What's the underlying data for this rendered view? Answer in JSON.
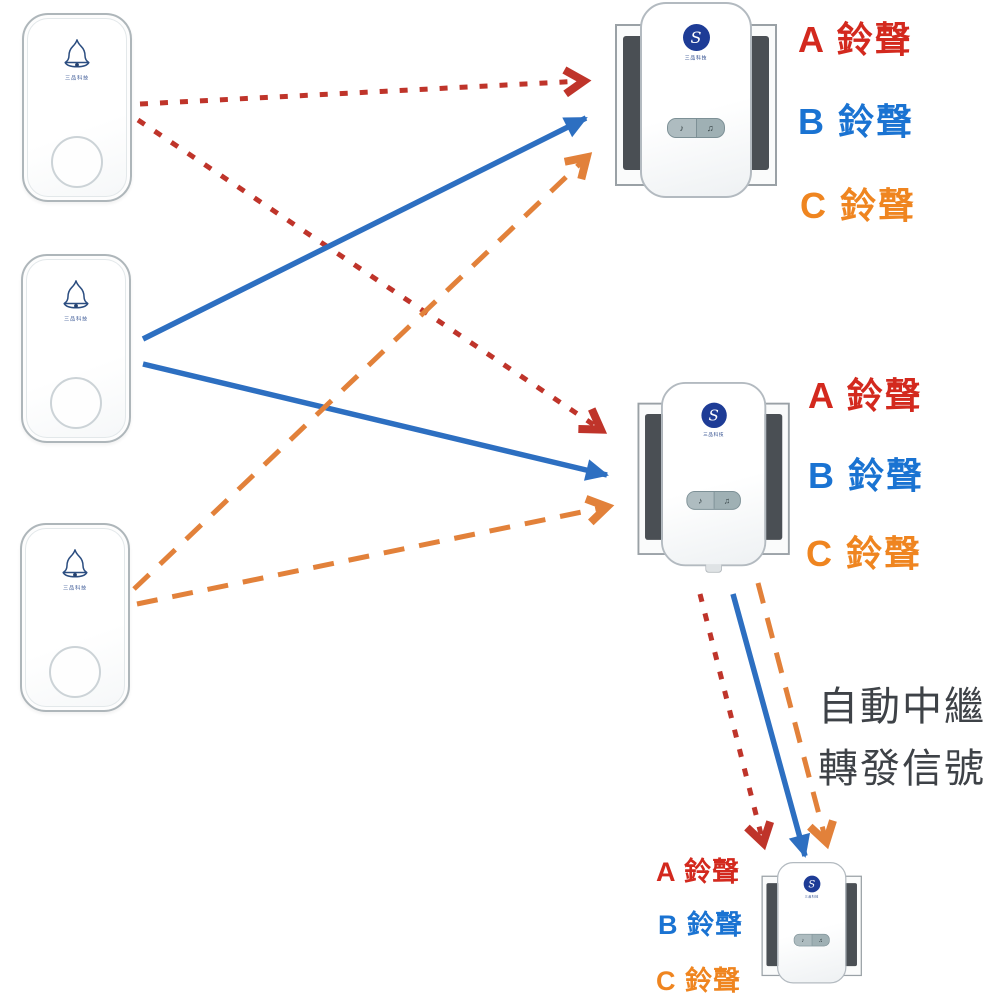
{
  "palette": {
    "red": "#bf342a",
    "blue": "#2d6fc1",
    "orange": "#e2813a",
    "label_red": "#d3291e",
    "label_blue": "#1a73d2",
    "label_orange": "#ef8520",
    "note_gray": "#3e4247",
    "logo_navy": "#1e3c96"
  },
  "doorbell": {
    "brand": "三品科技"
  },
  "receiver": {
    "brand": "三品科技",
    "logo_glyph": "S",
    "melody_glyph": "♪",
    "forward_glyph": "♫"
  },
  "receivers": [
    {
      "name": "receiver-top",
      "ringtones": [
        {
          "label": "A 鈴聲"
        },
        {
          "label": "B 鈴聲"
        },
        {
          "label": "C 鈴聲"
        }
      ]
    },
    {
      "name": "receiver-middle",
      "ringtones": [
        {
          "label": "A 鈴聲"
        },
        {
          "label": "B 鈴聲"
        },
        {
          "label": "C 鈴聲"
        }
      ]
    },
    {
      "name": "receiver-bottom",
      "ringtones": [
        {
          "label": "A 鈴聲"
        },
        {
          "label": "B 鈴聲"
        },
        {
          "label": "C 鈴聲"
        }
      ]
    }
  ],
  "relay_note": {
    "line1": "自動中繼",
    "line2": "轉發信號"
  },
  "connections": [
    {
      "from": "doorbell-1",
      "to": "receiver-top",
      "signal": "A",
      "style": "dotted",
      "color": "#bf342a"
    },
    {
      "from": "doorbell-1",
      "to": "receiver-middle",
      "signal": "A",
      "style": "dotted",
      "color": "#bf342a"
    },
    {
      "from": "doorbell-2",
      "to": "receiver-top",
      "signal": "B",
      "style": "solid",
      "color": "#2d6fc1"
    },
    {
      "from": "doorbell-2",
      "to": "receiver-middle",
      "signal": "B",
      "style": "solid",
      "color": "#2d6fc1"
    },
    {
      "from": "doorbell-3",
      "to": "receiver-top",
      "signal": "C",
      "style": "dashed",
      "color": "#e2813a"
    },
    {
      "from": "doorbell-3",
      "to": "receiver-middle",
      "signal": "C",
      "style": "dashed",
      "color": "#e2813a"
    },
    {
      "from": "receiver-middle",
      "to": "receiver-bottom",
      "signal": "A",
      "style": "dotted",
      "color": "#bf342a"
    },
    {
      "from": "receiver-middle",
      "to": "receiver-bottom",
      "signal": "B",
      "style": "solid",
      "color": "#2d6fc1"
    },
    {
      "from": "receiver-middle",
      "to": "receiver-bottom",
      "signal": "C",
      "style": "dashed",
      "color": "#e2813a"
    }
  ]
}
